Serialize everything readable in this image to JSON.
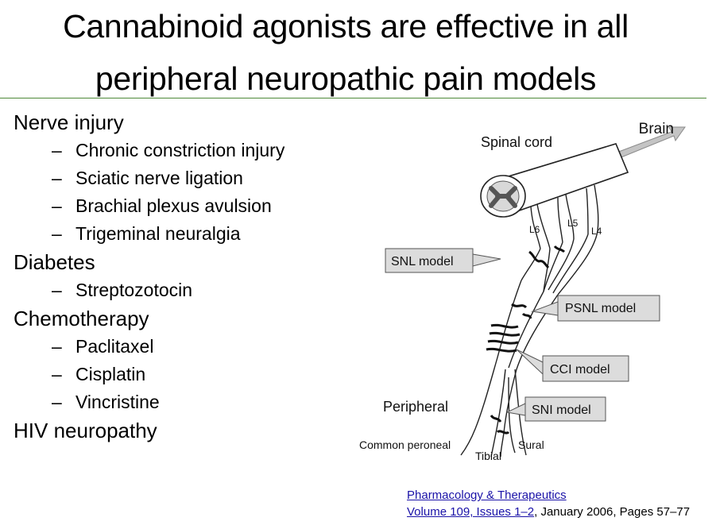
{
  "title": {
    "line1": "Cannabinoid agonists are effective in all",
    "line2": "peripheral neuropathic pain models"
  },
  "bullets": [
    {
      "label": "Nerve injury",
      "children": [
        "Chronic constriction injury",
        "Sciatic nerve ligation",
        "Brachial plexus avulsion",
        "Trigeminal neuralgia"
      ]
    },
    {
      "label": "Diabetes",
      "children": [
        "Streptozotocin"
      ]
    },
    {
      "label": "Chemotherapy",
      "children": [
        "Paclitaxel",
        "Cisplatin",
        "Vincristine"
      ]
    },
    {
      "label": "HIV neuropathy",
      "children": []
    }
  ],
  "dash": "–",
  "diagram": {
    "brain": "Brain",
    "spinal_cord": "Spinal cord",
    "l6": "L6",
    "l5": "L5",
    "l4": "L4",
    "snl_model": "SNL model",
    "psnl_model": "PSNL model",
    "cci_model": "CCI model",
    "sni_model": "SNI model",
    "peripheral": "Peripheral",
    "common_peroneal": "Common peroneal",
    "tibial": "Tibial",
    "sural": "Sural"
  },
  "citation": {
    "journal_link": "Pharmacology & Therapeutics",
    "volume_link": "Volume 109, Issues 1–2",
    "rest": ", January 2006, Pages 57–77"
  }
}
